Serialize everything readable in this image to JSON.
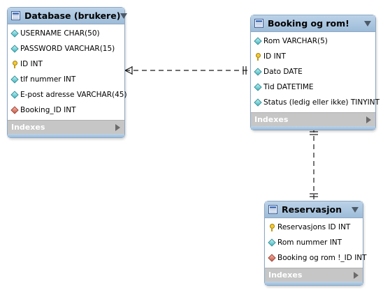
{
  "diagram": {
    "tables": [
      {
        "title": "Database (brukere)",
        "indexes_label": "Indexes",
        "columns": [
          {
            "icon": "column-icon",
            "text": "USERNAME CHAR(50)"
          },
          {
            "icon": "column-icon",
            "text": "PASSWORD VARCHAR(15)"
          },
          {
            "icon": "primary-key-icon",
            "text": "ID INT"
          },
          {
            "icon": "column-icon",
            "text": "tlf nummer INT"
          },
          {
            "icon": "column-icon",
            "text": "E-post adresse VARCHAR(45)"
          },
          {
            "icon": "foreign-key-icon",
            "text": "Booking_ID INT"
          }
        ]
      },
      {
        "title": "Booking og rom!",
        "indexes_label": "Indexes",
        "columns": [
          {
            "icon": "column-icon",
            "text": "Rom VARCHAR(5)"
          },
          {
            "icon": "primary-key-icon",
            "text": "ID INT"
          },
          {
            "icon": "column-icon",
            "text": "Dato DATE"
          },
          {
            "icon": "column-icon",
            "text": "Tid DATETIME"
          },
          {
            "icon": "column-icon",
            "text": "Status (ledig eller ikke) TINYINT"
          }
        ]
      },
      {
        "title": "Reservasjon",
        "indexes_label": "Indexes",
        "columns": [
          {
            "icon": "primary-key-icon",
            "text": "Reservasjons ID INT"
          },
          {
            "icon": "column-icon",
            "text": "Rom nummer INT"
          },
          {
            "icon": "foreign-key-icon",
            "text": "Booking og rom !_ID INT"
          }
        ]
      }
    ],
    "relationships": [
      {
        "from": "Database (brukere)",
        "to": "Booking og rom!",
        "from_end": "one-or-many",
        "to_end": "one-and-only-one"
      },
      {
        "from": "Booking og rom!",
        "to": "Reservasjon",
        "from_end": "one-and-only-one",
        "to_end": "one-and-only-one"
      }
    ],
    "colors": {
      "header": "#9dbcd8",
      "border": "#8ea8c3",
      "indexes_bar": "#c6c6c6",
      "link": "#1a1a1a"
    }
  }
}
